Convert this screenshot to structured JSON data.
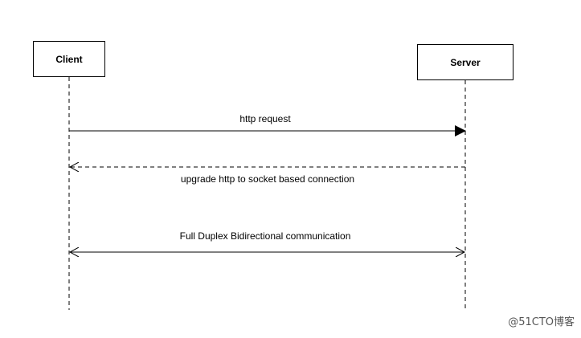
{
  "actors": {
    "client": "Client",
    "server": "Server"
  },
  "messages": {
    "request": "http request",
    "upgrade": "upgrade http to socket based connection",
    "duplex": "Full Duplex Bidirectional communication"
  },
  "watermark": "@51CTO博客",
  "colors": {
    "line": "#000000",
    "background": "#ffffff",
    "watermark": "#555555"
  }
}
